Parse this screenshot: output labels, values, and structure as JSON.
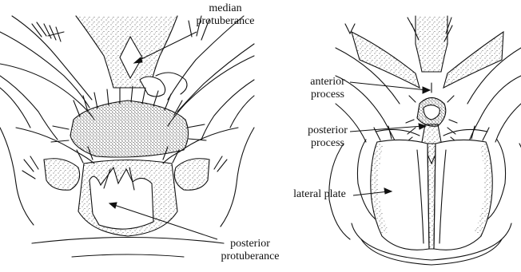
{
  "figure": {
    "left_panel": {
      "labels": {
        "median_l1": "median",
        "median_l2": "protuberance",
        "posterior_l1": "posterior",
        "posterior_l2": "protuberance"
      }
    },
    "right_panel": {
      "labels": {
        "anterior_l1": "anterior",
        "anterior_l2": "process",
        "posterior_l1": "posterior",
        "posterior_l2": "process",
        "lateral": "lateral plate"
      }
    },
    "colors": {
      "ink": "#111111",
      "stipple": "#333333",
      "background": "#ffffff"
    }
  }
}
